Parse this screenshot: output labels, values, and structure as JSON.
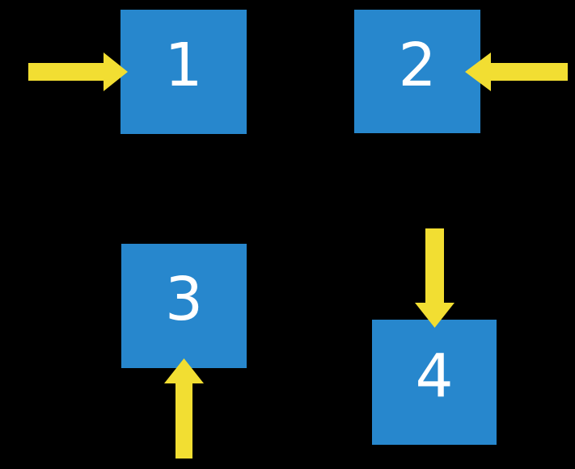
{
  "diagram": {
    "background_color": "#000000",
    "box_color": "#2787CD",
    "arrow_color": "#F2DE32",
    "label_color": "#FFFFFF",
    "boxes": [
      {
        "label": "1",
        "arrow": {
          "icon": "block-arrow-right-icon",
          "direction": "right",
          "points_at": "left-side"
        }
      },
      {
        "label": "2",
        "arrow": {
          "icon": "block-arrow-left-icon",
          "direction": "left",
          "points_at": "right-side"
        }
      },
      {
        "label": "3",
        "arrow": {
          "icon": "block-arrow-up-icon",
          "direction": "up",
          "points_at": "bottom-side"
        }
      },
      {
        "label": "4",
        "arrow": {
          "icon": "block-arrow-down-icon",
          "direction": "down",
          "points_at": "top-side"
        }
      }
    ]
  }
}
